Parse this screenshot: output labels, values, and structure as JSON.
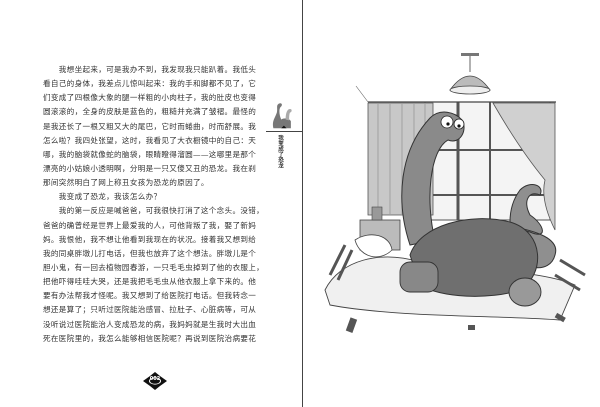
{
  "left_page": {
    "paragraph_lines": [
      "　　我想坐起来，可是我办不到，我发现我只能趴着。我低头",
      "看自己的身体，我差点儿惊叫起来：我的手和脚都不见了，它",
      "们变成了四根像大象的腿一样粗的小肉柱子，我的肚皮也变得",
      "圆滚滚的，全身的皮肤是蓝色的，粗糙并充满了皱褶。最怪的",
      "是我还长了一根又粗又大的尾巴，它时而蜷曲，时而舒展。我",
      "怎么啦？我四处张望，这时，我看见了大衣橱镜中的自己：天",
      "哪，我的脑袋就像蛇的脑袋，眼睛瞪得溜圆——这哪里是那个",
      "漂亮的小姑娘小透明啊，分明是一只又傻又丑的恐龙。我在刹",
      "那间突然明白了网上称丑女孩为恐龙的原因了。",
      "　　我变成了恐龙，我该怎么办？",
      "　　我的第一反应是喊爸爸，可我很快打消了这个念头。没错，",
      "爸爸的确曾经是世界上最爱我的人，可他背叛了我，娶了新妈",
      "妈。我恨他，我不想让他看到我现在的状况。接着我又想到给",
      "我的同桌胖墩儿打电话，但我也放弃了这个想法。胖墩儿是个",
      "胆小鬼，有一回去植物园春游，一只毛毛虫掉到了他的衣服上，",
      "把他吓得哇哇大哭，还是我把毛毛虫从他衣服上拿下来的。他",
      "要有办法帮我才怪呢。我又想到了给医院打电话。但我转念一",
      "想还是算了；只听过医院能治感冒、拉肚子、心脏病等，可从",
      "没听说过医院能治人变成恐龙的病，我妈妈就是生我时大出血",
      "死在医院里的，我怎么能够相信医院呢？再说到医院治病要花"
    ],
    "running_head": "我变成了恐龙",
    "page_number": "002"
  },
  "colors": {
    "ink": "#333333",
    "rule": "#444444",
    "illustration_gray": "#8a8a8a"
  }
}
